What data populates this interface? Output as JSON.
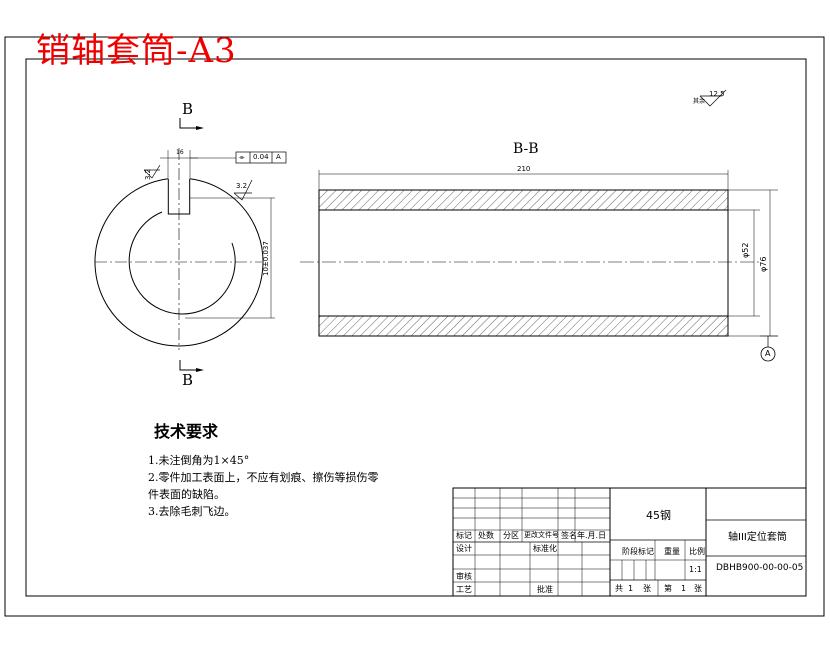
{
  "title_overlay": "销轴套筒-A3",
  "views": {
    "section_marker": "B",
    "section_title": "B-B",
    "length_dim": "210",
    "inner_dia_dim": "φ52",
    "outer_dia_dim": "φ76",
    "keyway_dim": "10±0.037",
    "key_width_dim": "16",
    "tolerance_frame": [
      "⌯",
      "0.04",
      "A"
    ],
    "roughness_small": "3.2",
    "roughness_top": "3.2",
    "roughness_general": "12.5",
    "roughness_general_prefix": "其余",
    "datum": "A"
  },
  "tech_req": {
    "heading": "技术要求",
    "items": [
      "1.未注倒角为1×45°",
      "2.零件加工表面上，不应有划痕、擦伤等损伤零",
      "件表面的缺陷。",
      "3.去除毛刺飞边。"
    ]
  },
  "title_block": {
    "material": "45钢",
    "part_name": "轴III定位套筒",
    "drawing_no": "DBHB900-00-00-05",
    "scale": "1:1",
    "header_labels": [
      "标记",
      "处数",
      "分区",
      "更改文件号",
      "签名",
      "年.月.日"
    ],
    "design": "设计",
    "standardize": "标准化",
    "review": "审核",
    "process": "工艺",
    "approve": "批准",
    "stage_mark": "阶段标记",
    "weight": "重量",
    "ratio": "比例",
    "total_sheets": "共",
    "sheets_count": "1",
    "sheet_label": "张",
    "sheet_no_label": "第",
    "sheet_no": "1",
    "sheet_label2": "张"
  }
}
